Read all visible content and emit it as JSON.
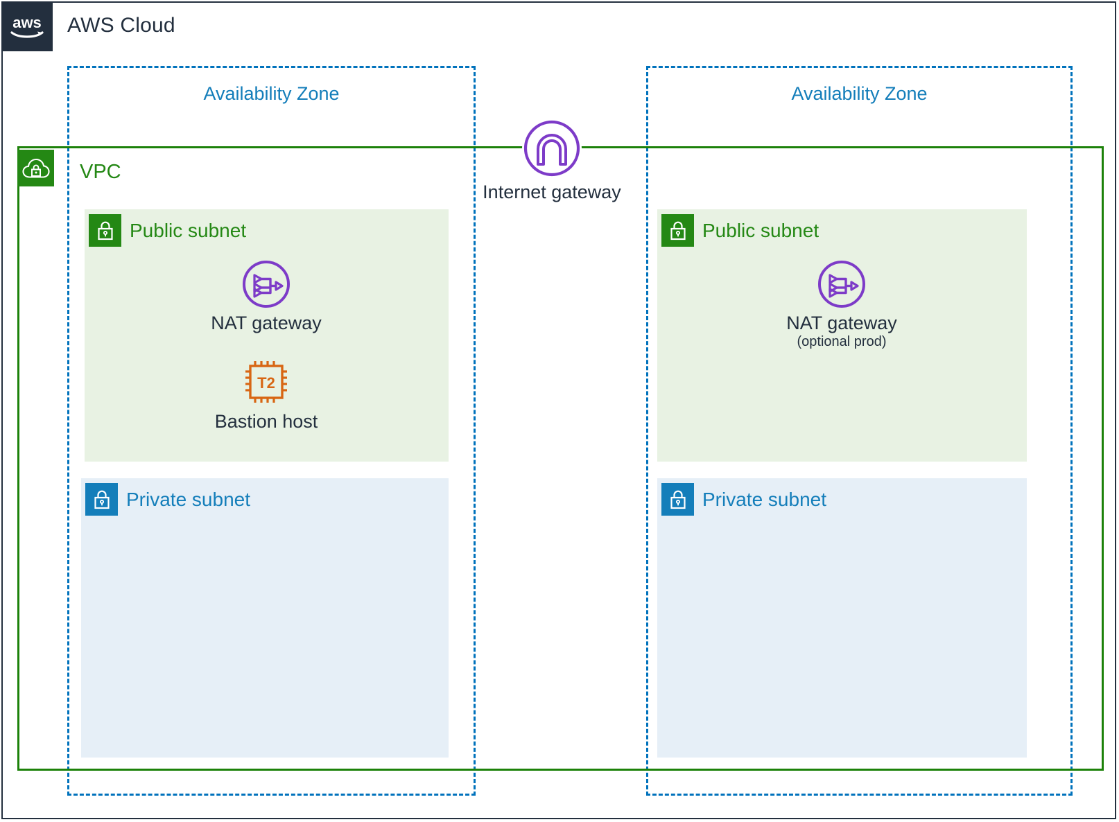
{
  "diagram": {
    "title": "AWS Cloud",
    "logo_icon": "aws-logo-icon",
    "colors": {
      "aws_navy": "#232F3E",
      "vpc_green": "#248814",
      "subnet_blue": "#147EBA",
      "az_dashed_blue": "#0072BC",
      "nat_purple": "#7D3BC8",
      "bastion_orange": "#D86613",
      "public_subnet_fill": "#E8F2E3",
      "private_subnet_fill": "#E6EFF7"
    }
  },
  "vpc": {
    "label": "VPC",
    "icon": "vpc-cloud-lock-icon"
  },
  "internet_gateway": {
    "label": "Internet gateway",
    "icon": "internet-gateway-icon"
  },
  "availability_zones": [
    {
      "label": "Availability Zone",
      "public_subnet": {
        "label": "Public subnet",
        "icon": "lock-icon",
        "resources": [
          {
            "label": "NAT gateway",
            "sublabel": "",
            "icon": "nat-gateway-icon"
          },
          {
            "label": "Bastion host",
            "sublabel": "",
            "icon": "ec2-instance-icon",
            "icon_text": "T2"
          }
        ]
      },
      "private_subnet": {
        "label": "Private subnet",
        "icon": "lock-icon",
        "resources": []
      }
    },
    {
      "label": "Availability Zone",
      "public_subnet": {
        "label": "Public subnet",
        "icon": "lock-icon",
        "resources": [
          {
            "label": "NAT gateway",
            "sublabel": "(optional prod)",
            "icon": "nat-gateway-icon"
          }
        ]
      },
      "private_subnet": {
        "label": "Private subnet",
        "icon": "lock-icon",
        "resources": []
      }
    }
  ]
}
